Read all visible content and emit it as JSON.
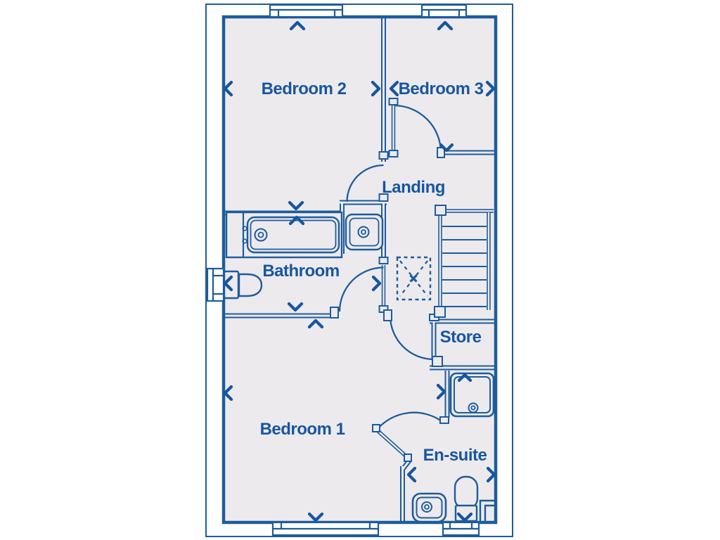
{
  "floor_plan": {
    "rooms": [
      {
        "id": "bedroom-2",
        "label": "Bedroom 2"
      },
      {
        "id": "bedroom-3",
        "label": "Bedroom 3"
      },
      {
        "id": "landing",
        "label": "Landing"
      },
      {
        "id": "bathroom",
        "label": "Bathroom"
      },
      {
        "id": "store",
        "label": "Store"
      },
      {
        "id": "bedroom-1",
        "label": "Bedroom 1"
      },
      {
        "id": "en-suite",
        "label": "En-suite"
      }
    ],
    "fixtures": [
      "bathtub",
      "bathroom-sink",
      "bathroom-toilet",
      "staircase",
      "loft-hatch",
      "shower-tray",
      "en-suite-sink",
      "en-suite-toilet"
    ],
    "window_count": 5,
    "door_count": 5,
    "colors": {
      "line": "#1d5c9c",
      "label_text": "#17569f",
      "floor": "#edeaee",
      "background": "#ffffff"
    }
  }
}
